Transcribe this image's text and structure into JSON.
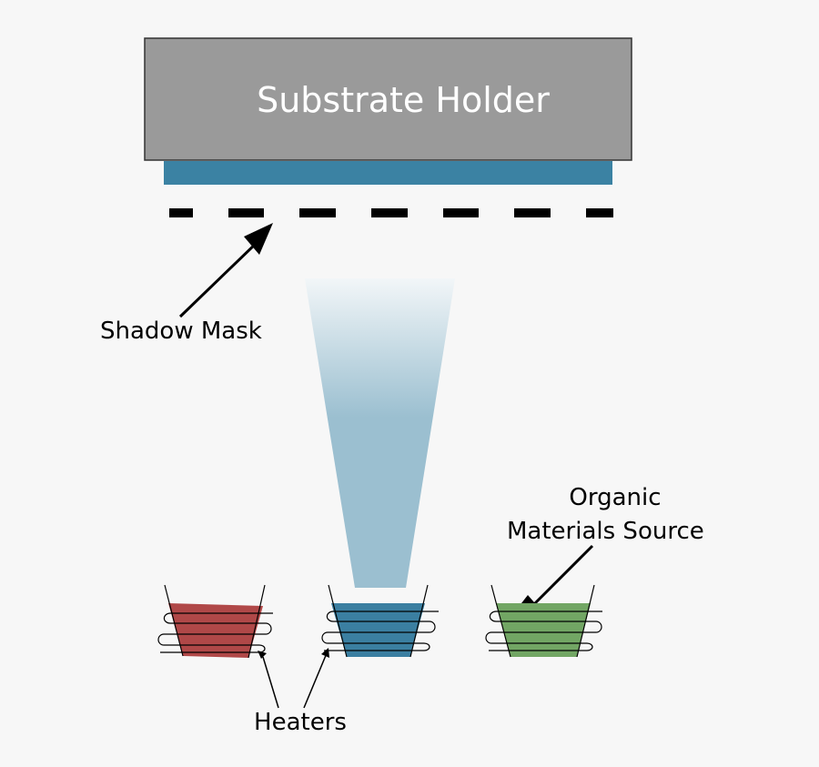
{
  "labels": {
    "substrate_holder": "Substrate Holder",
    "shadow_mask": "Shadow Mask",
    "organic_line1": "Organic",
    "organic_line2": "Materials Source",
    "heaters": "Heaters"
  },
  "colors": {
    "background": "#f7f7f7",
    "holder_fill": "#9a9a9a",
    "substrate": "#3b82a3",
    "mask": "#000000",
    "beam_top": "#eef3f6",
    "beam_bottom": "#9bbfd0",
    "crucible_red": "#b04848",
    "crucible_blue": "#3b7fa1",
    "crucible_green": "#72a664"
  }
}
